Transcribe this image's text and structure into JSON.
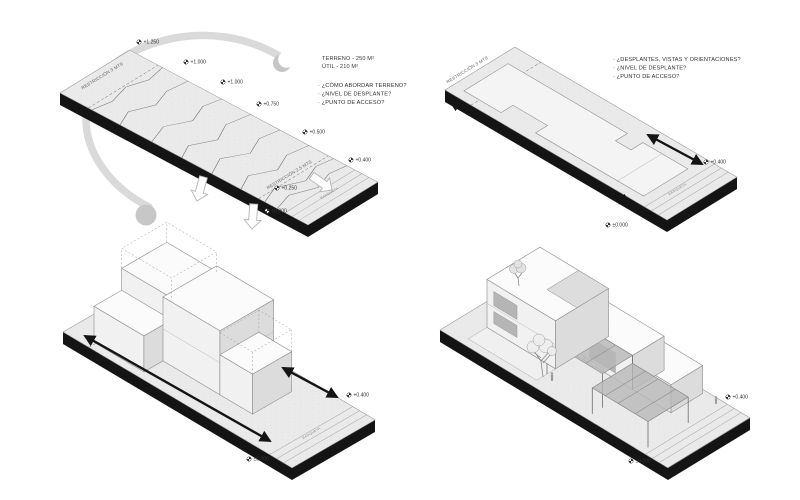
{
  "canvas": {
    "background": "#ffffff",
    "ink": "#141414",
    "slab": "#eaeaea",
    "accent_gray": "#c7c7c7"
  },
  "views": {
    "terrain": {
      "area": {
        "line1": "TERRENO - 250 M²",
        "line2": "ÚTIL - 210 M²"
      },
      "questions": [
        "· ¿CÓMO ABORDAR TERRENO?",
        "· ¿NIVEL DE DESPLANTE?",
        "· ¿PUNTO DE ACCESO?"
      ],
      "restriction_side": "RESTRICCIÓN 3 MTS",
      "restriction_front": "RESTRICCIÓN 2.5 MTS",
      "street_label": "BANQUETA",
      "levels": [
        "+1.250",
        "+1.000",
        "+1.000",
        "+0.750",
        "+0.500",
        "+0.400",
        "+0.250",
        "±0.000"
      ]
    },
    "layout": {
      "questions": [
        "· ¿DESPLANTES, VISTAS Y ORIENTACIONES?",
        "· ¿NIVEL DE DESPLANTE?",
        "· ¿PUNTO DE ACCESO?"
      ],
      "restriction_side": "RESTRICCIÓN 3 MTS",
      "street_label": "BANQUETA",
      "levels": [
        "+0.400",
        "±0.000"
      ]
    },
    "massing": {
      "street_label": "BANQUETA",
      "levels": [
        "+0.400",
        "±0.000"
      ]
    },
    "final": {
      "levels": [
        "+0.400",
        "±0.000"
      ]
    }
  }
}
